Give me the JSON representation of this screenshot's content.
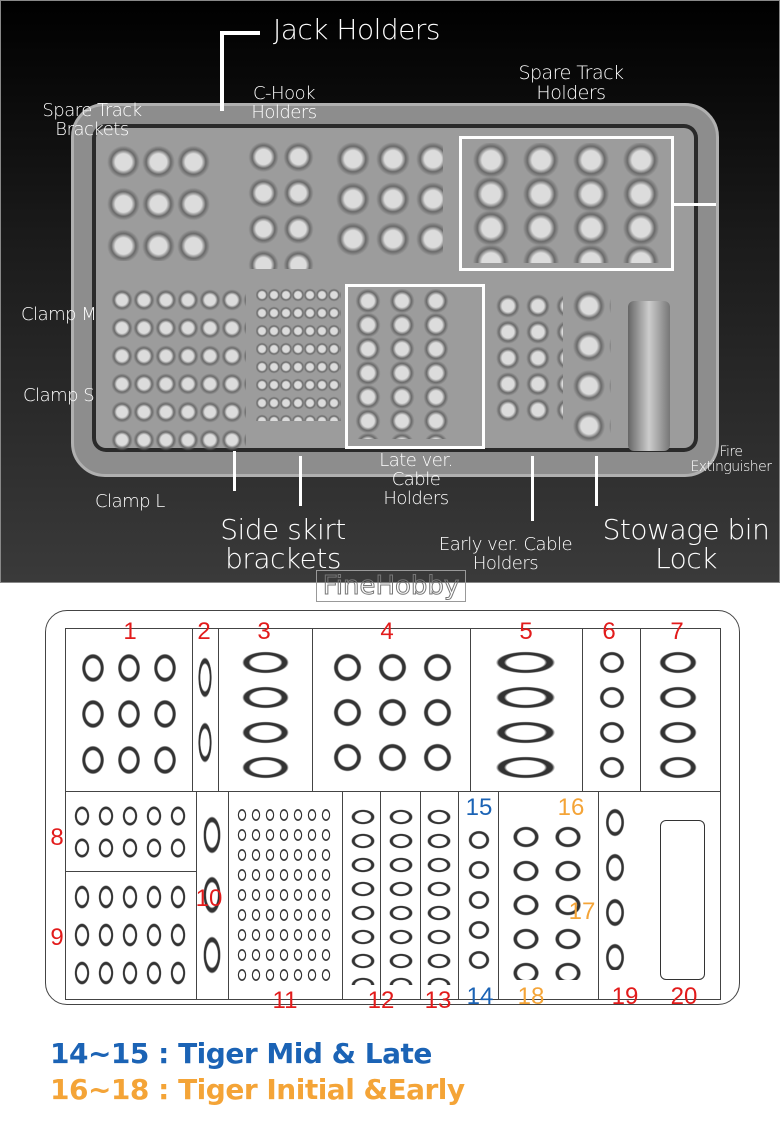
{
  "photo_labels": {
    "jack_holders": "Jack Holders",
    "spare_track_holders": "Spare Track Holders",
    "c_hook_holders": "C-Hook Holders",
    "spare_track_brackets": "Spare Track Brackets",
    "clamp_m": "Clamp M",
    "clamp_s": "Clamp S",
    "clamp_l": "Clamp L",
    "side_skirt_brackets": "Side skirt brackets",
    "late_cable_holders": "Late ver. Cable Holders",
    "early_cable_holders": "Early ver. Cable Holders",
    "stowage_bin_lock": "Stowage bin Lock",
    "fire_extinguisher": "Fire Extinguisher"
  },
  "watermark": "FineHobby",
  "part_numbers": [
    "1",
    "2",
    "3",
    "4",
    "5",
    "6",
    "7",
    "8",
    "9",
    "10",
    "11",
    "12",
    "13",
    "14",
    "15",
    "16",
    "17",
    "18",
    "19",
    "20"
  ],
  "legend": {
    "mid_late": "14~15 : Tiger Mid & Late",
    "initial_early": "16~18 : Tiger Initial &Early"
  },
  "colors": {
    "red": "#e21b1b",
    "blue": "#1b63b5",
    "orange": "#f4a437"
  }
}
